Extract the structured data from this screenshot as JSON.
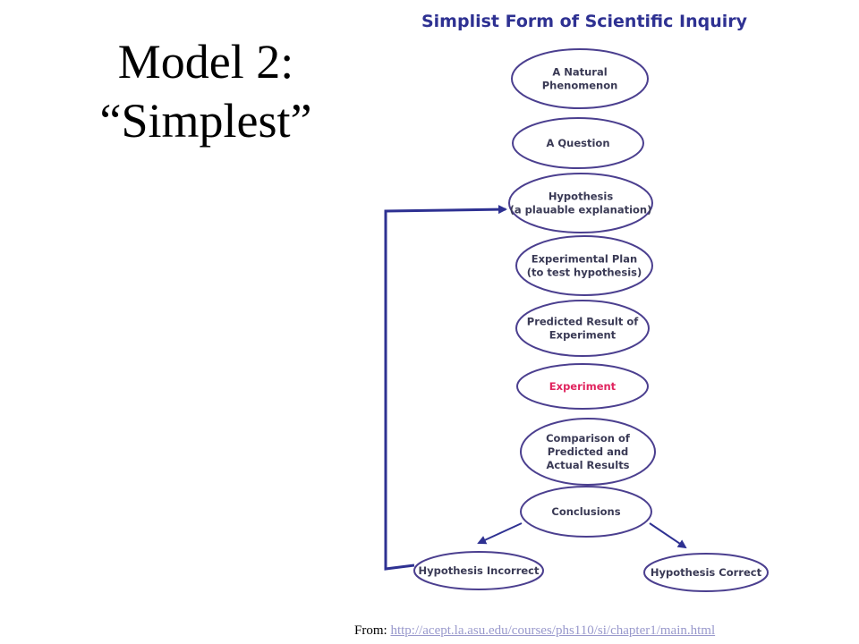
{
  "slide": {
    "title_line1": "Model 2:",
    "title_line2": "“Simplest”"
  },
  "diagram": {
    "title": "Simplist Form of Scientific Inquiry",
    "nodes": [
      {
        "id": "phenomenon",
        "lines": [
          "A Natural",
          "Phenomenon"
        ]
      },
      {
        "id": "question",
        "lines": [
          "A Question"
        ]
      },
      {
        "id": "hypothesis",
        "lines": [
          "Hypothesis",
          "(a plauable explanation)"
        ]
      },
      {
        "id": "plan",
        "lines": [
          "Experimental Plan",
          "(to test hypothesis)"
        ]
      },
      {
        "id": "predicted",
        "lines": [
          "Predicted Result of",
          "Experiment"
        ]
      },
      {
        "id": "experiment",
        "lines": [
          "Experiment"
        ],
        "highlight": true
      },
      {
        "id": "comparison",
        "lines": [
          "Comparison of",
          "Predicted and",
          "Actual Results"
        ]
      },
      {
        "id": "conclusions",
        "lines": [
          "Conclusions"
        ]
      },
      {
        "id": "incorrect",
        "lines": [
          "Hypothesis Incorrect"
        ]
      },
      {
        "id": "correct",
        "lines": [
          "Hypothesis Correct"
        ]
      }
    ],
    "edges": [
      {
        "from": "conclusions",
        "to": "incorrect"
      },
      {
        "from": "conclusions",
        "to": "correct"
      },
      {
        "from": "incorrect",
        "to": "hypothesis",
        "kind": "feedback-loop"
      }
    ],
    "colors": {
      "accent": "#2e3192",
      "outline": "#4b3f8f",
      "highlight": "#e0245e"
    }
  },
  "footer": {
    "prefix": "From: ",
    "link_text": "http://acept.la.asu.edu/courses/phs110/si/chapter1/main.html"
  }
}
